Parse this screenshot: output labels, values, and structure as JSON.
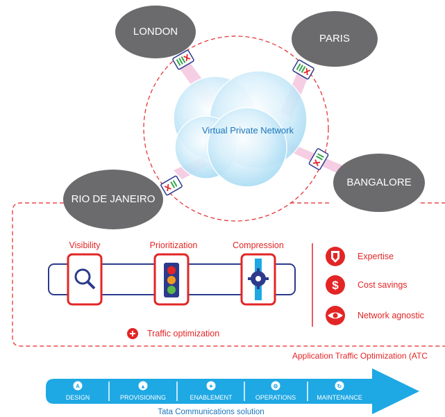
{
  "network": {
    "label": "Virtual Private Network",
    "cities": {
      "london": "LONDON",
      "paris": "PARIS",
      "bangalore": "BANGALORE",
      "rio": "RIO DE JANEIRO"
    }
  },
  "features": {
    "visibility": "Visibility",
    "prioritization": "Prioritization",
    "compression": "Compression",
    "traffic_optimization": "Traffic optimization"
  },
  "benefits": {
    "expertise": "Expertise",
    "cost_savings": "Cost savings",
    "network_agnostic": "Network agnostic"
  },
  "atc_caption": "Application Traffic Optimization (ATC",
  "lifecycle": {
    "steps": [
      "DESIGN",
      "PROVISIONING",
      "ENABLEMENT",
      "OPERATIONS",
      "MAINTENANCE"
    ],
    "caption": "Tata Communications solution"
  },
  "colors": {
    "accent_red": "#e32526",
    "arrow_blue": "#1ea8e4",
    "city_gray": "#6b6b6d",
    "cloud_blue": "#bfe6f8",
    "frame_navy": "#2b3a8c"
  }
}
